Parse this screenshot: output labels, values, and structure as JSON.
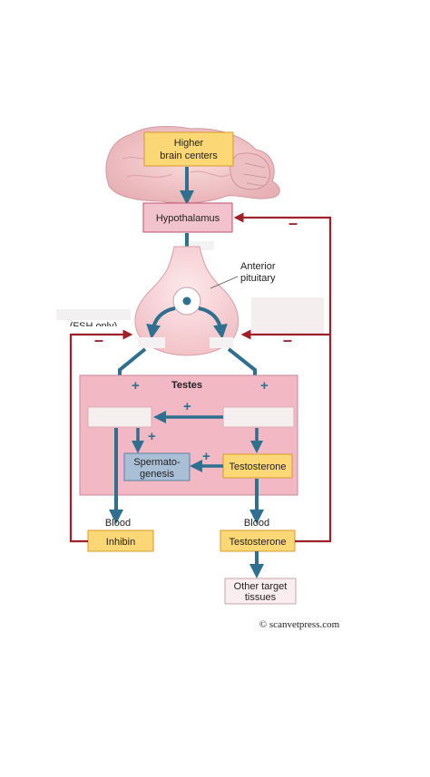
{
  "labels": {
    "higher_brain_line1": "Higher",
    "higher_brain_line2": "brain centers",
    "hypothalamus": "Hypothalamus",
    "anterior_line1": "Anterior",
    "anterior_line2": "pituitary",
    "fsh_only": "(FSH only)",
    "testes": "Testes",
    "spermato_line1": "Spermato-",
    "spermato_line2": "genesis",
    "testosterone_testes": "Testosterone",
    "blood_left": "Blood",
    "blood_right": "Blood",
    "inhibin": "Inhibin",
    "testosterone_blood": "Testosterone",
    "other_line1": "Other target",
    "other_line2": "tissues",
    "copyright": "© scanvetpress.com",
    "plus": "+",
    "minus": "–"
  },
  "colors": {
    "blue_arrow": "#2f6f8f",
    "red_feedback": "#a0202a",
    "yellow_box": "#fbd776",
    "yellow_border": "#d99a2b",
    "pink_box": "#f2c3cc",
    "pink_border": "#c0506a",
    "testes_bg": "#f2b8c4",
    "spermato_box": "#a9bfd6"
  }
}
